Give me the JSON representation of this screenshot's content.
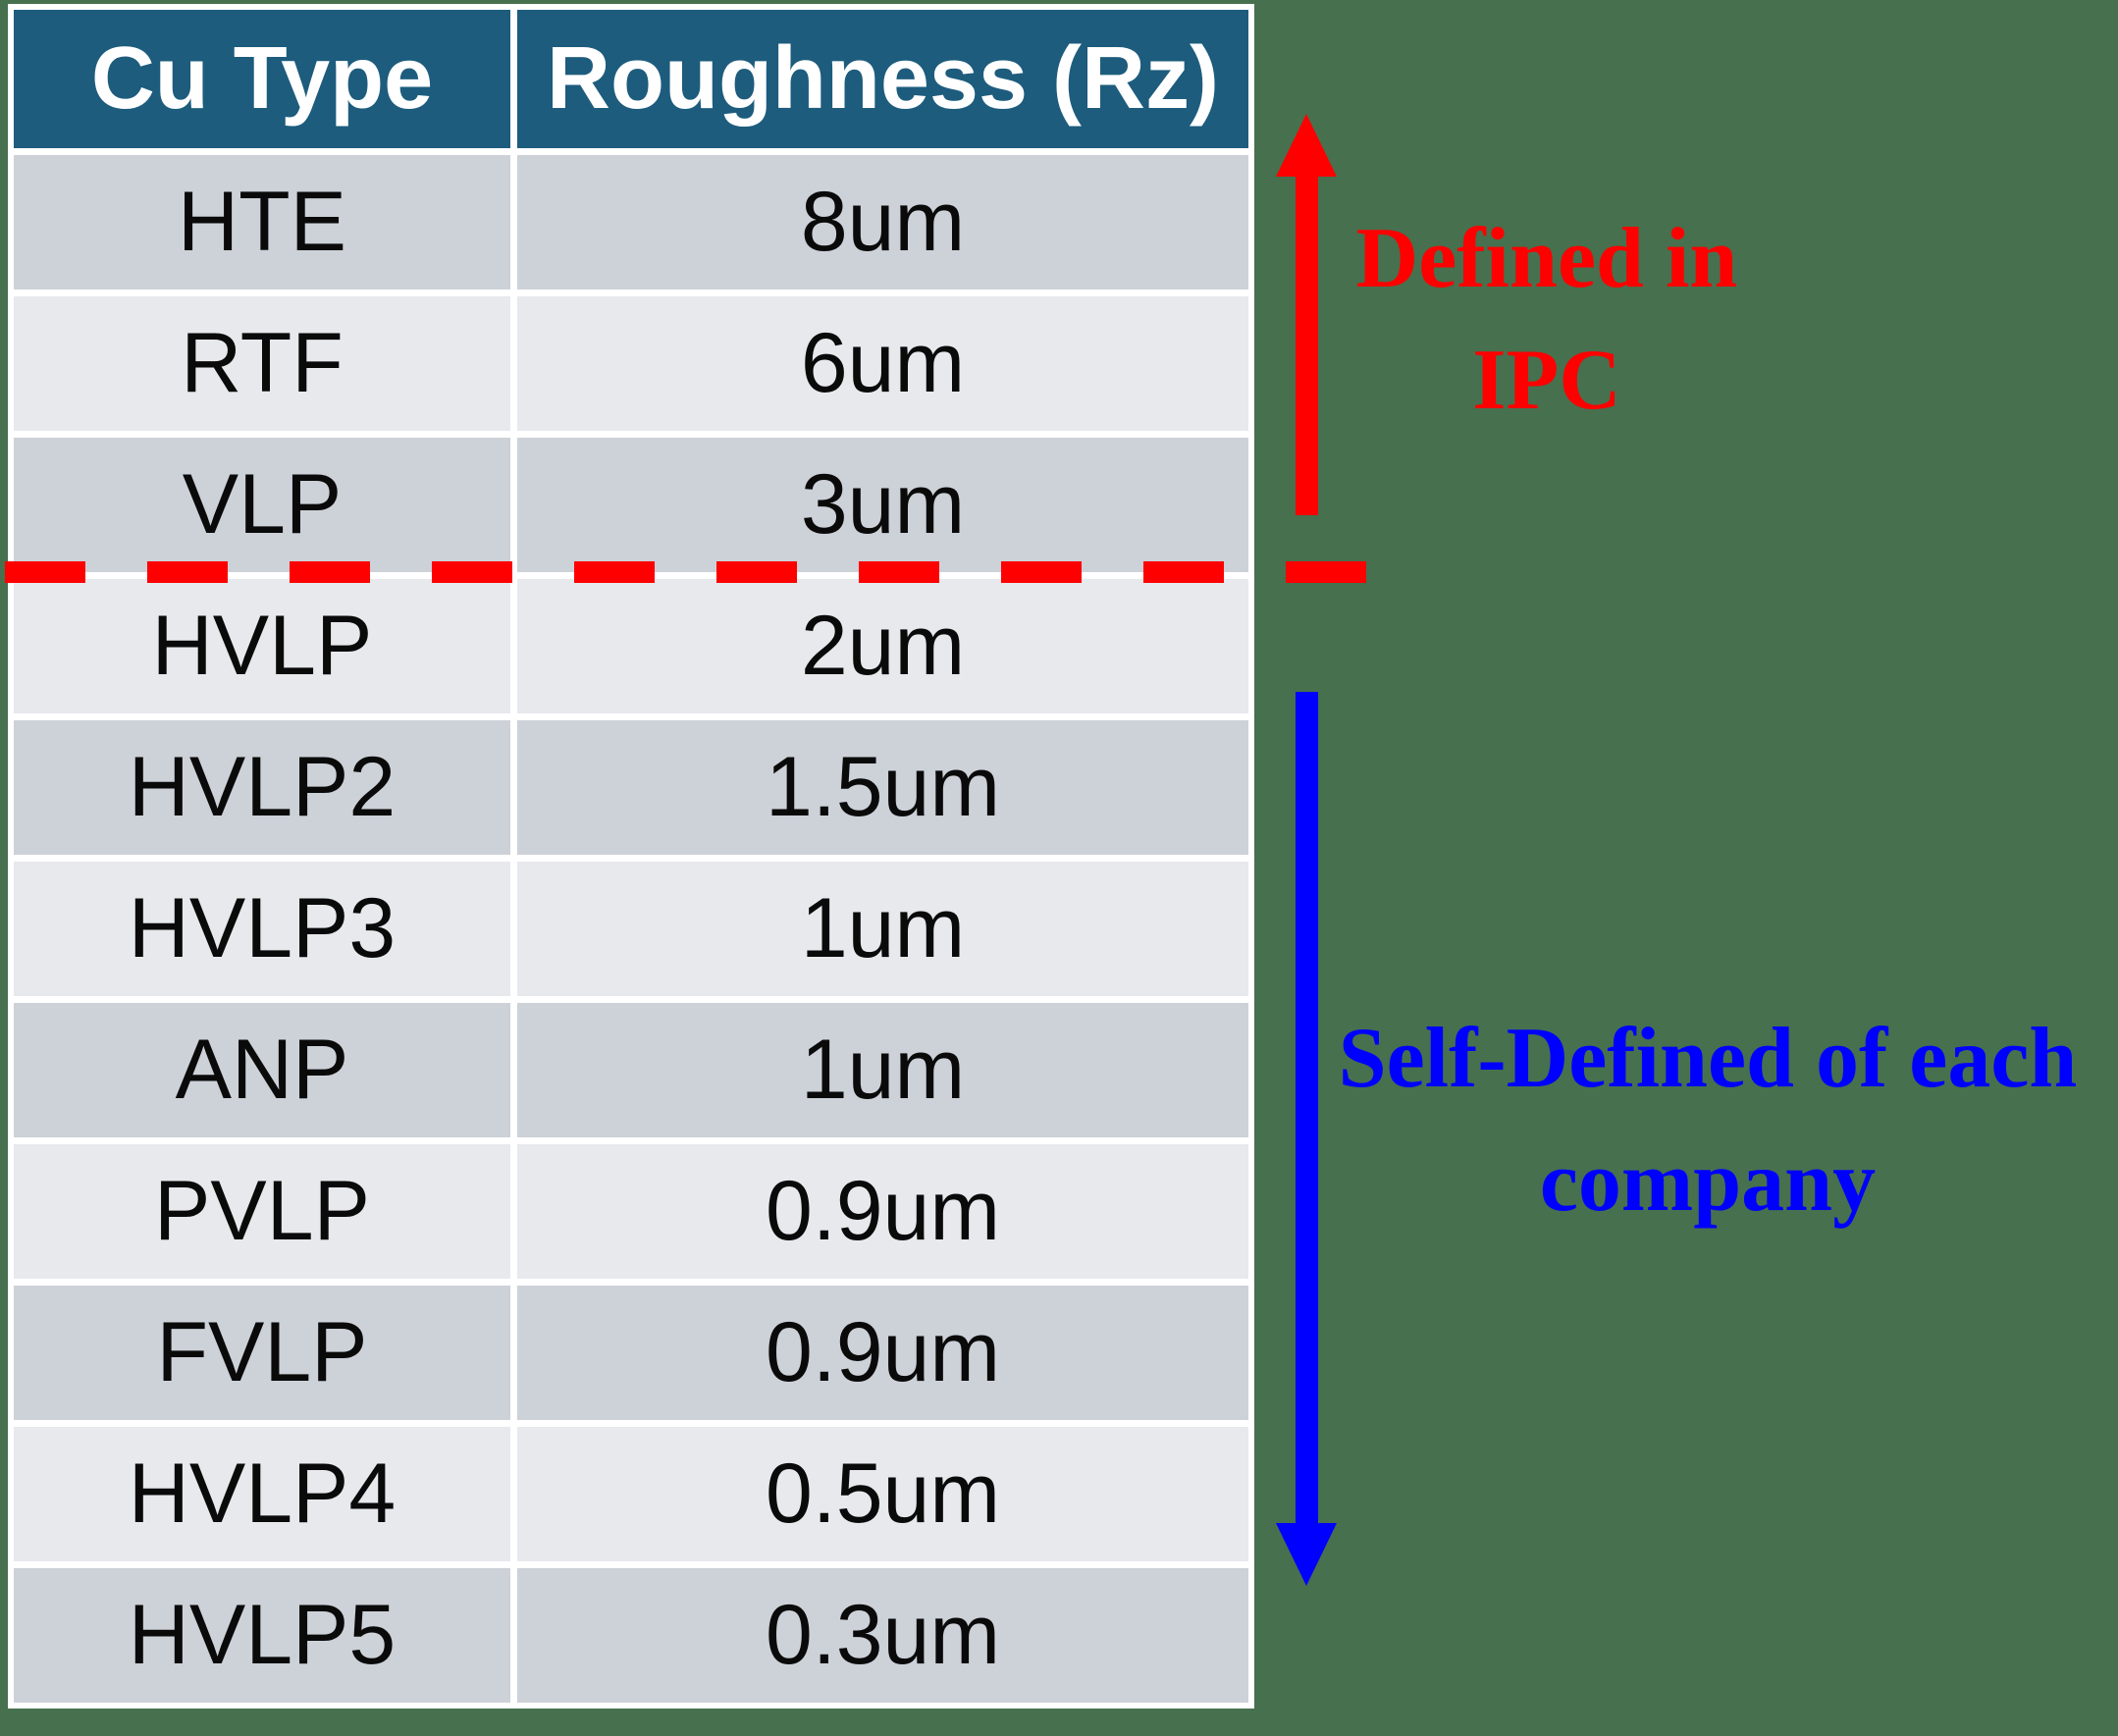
{
  "colors": {
    "bg": "#47704E",
    "teal": "#1D5C7D",
    "row_dark": "#CDD1D8",
    "row_light": "#E7E9ED",
    "red": "#FF0000",
    "blue": "#0000FF",
    "header_text": "#FFFFFF",
    "cell_text": "#0A0A0A"
  },
  "table": {
    "headers": [
      "Cu Type",
      "Roughness (Rz)"
    ],
    "rows": [
      {
        "cu_type": "HTE",
        "roughness": "8um"
      },
      {
        "cu_type": "RTF",
        "roughness": "6um"
      },
      {
        "cu_type": "VLP",
        "roughness": "3um"
      },
      {
        "cu_type": "HVLP",
        "roughness": "2um"
      },
      {
        "cu_type": "HVLP2",
        "roughness": "1.5um"
      },
      {
        "cu_type": "HVLP3",
        "roughness": "1um"
      },
      {
        "cu_type": "ANP",
        "roughness": "1um"
      },
      {
        "cu_type": "PVLP",
        "roughness": "0.9um"
      },
      {
        "cu_type": "FVLP",
        "roughness": "0.9um"
      },
      {
        "cu_type": "HVLP4",
        "roughness": "0.5um"
      },
      {
        "cu_type": "HVLP5",
        "roughness": "0.3um"
      }
    ]
  },
  "annotations": {
    "ipc": {
      "line1": "Defined in",
      "line2": "IPC"
    },
    "self_defined": {
      "line1": "Self-Defined of each",
      "line2": "company"
    }
  }
}
